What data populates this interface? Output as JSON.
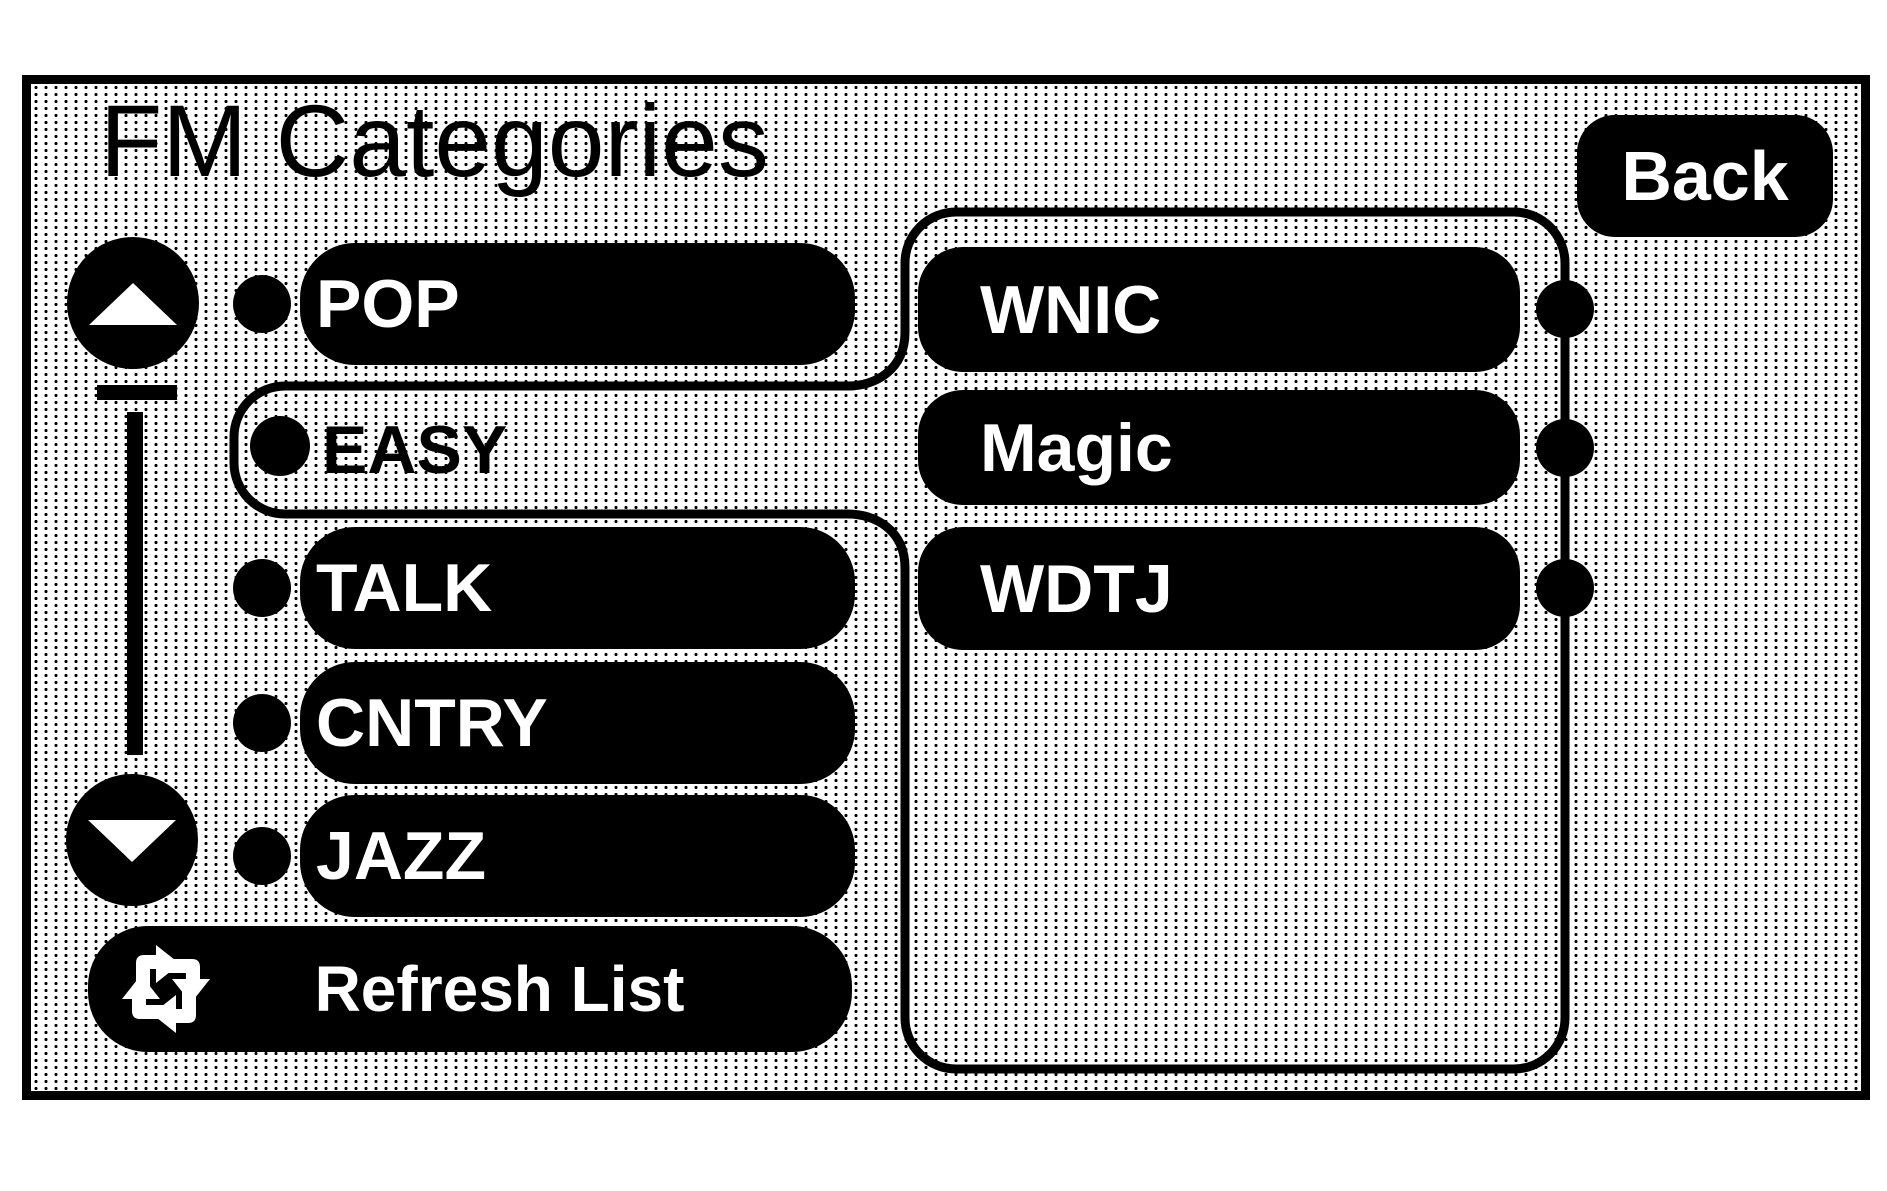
{
  "header": {
    "title": "FM Categories",
    "back_label": "Back"
  },
  "categories": [
    {
      "label": "POP",
      "selected": false
    },
    {
      "label": "EASY",
      "selected": true
    },
    {
      "label": "TALK",
      "selected": false
    },
    {
      "label": "CNTRY",
      "selected": false
    },
    {
      "label": "JAZZ",
      "selected": false
    }
  ],
  "stations": [
    {
      "label": "WNIC"
    },
    {
      "label": "Magic"
    },
    {
      "label": "WDTJ"
    }
  ],
  "refresh": {
    "label": "Refresh List"
  },
  "icons": {
    "up_arrow": "up-triangle",
    "down_arrow": "down-triangle",
    "refresh": "recycle-arrows"
  },
  "colors": {
    "ink": "#000000",
    "paper": "#ffffff"
  }
}
